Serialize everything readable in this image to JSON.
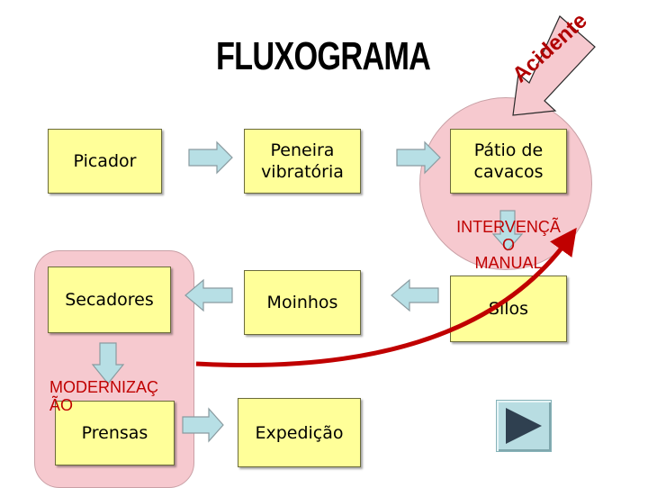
{
  "title": "FLUXOGRAMA",
  "accident_label": "Acidente",
  "boxes": {
    "picador": "Picador",
    "peneira": "Peneira\nvibratória",
    "patio": "Pátio de\ncavacos",
    "secadores": "Secadores",
    "moinhos": "Moinhos",
    "silos": "Silos",
    "prensas": "Prensas",
    "expedicao": "Expedição"
  },
  "labels": {
    "intervencao": "INTERVENÇÃ\nO\nMANUAL",
    "modernizacao": "MODERNIZAÇ\nÃO"
  },
  "colors": {
    "box_fill": "#ffff99",
    "highlight_fill": "#f6c9cf",
    "accent_red": "#c00000",
    "arrow_fill": "#b7dfe5"
  },
  "icons": {
    "play": "play-triangle-icon"
  }
}
